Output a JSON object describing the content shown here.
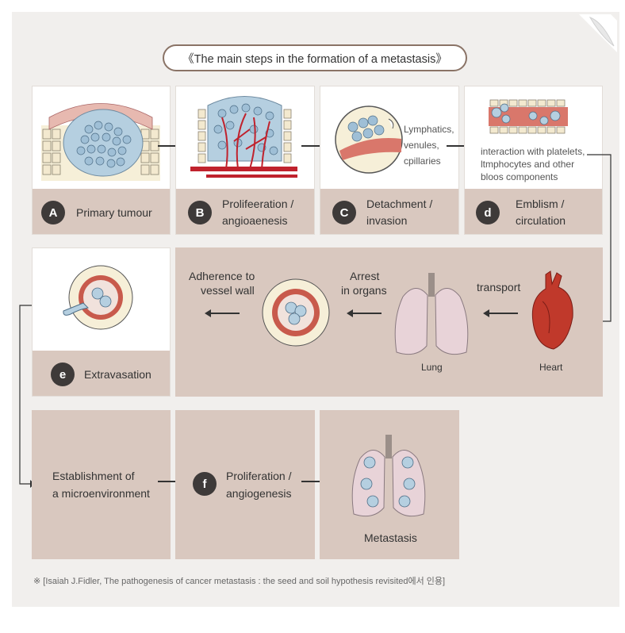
{
  "title": "《The main steps in the formation of a metastasis》",
  "steps": {
    "a": {
      "badge": "A",
      "label": "Primary tumour"
    },
    "b": {
      "badge": "B",
      "label_line1": "Prolifeeration /",
      "label_line2": "angioaenesis"
    },
    "c": {
      "badge": "C",
      "label_line1": "Detachment /",
      "label_line2": "invasion",
      "note_line1": "Lymphatics,",
      "note_line2": "venules,",
      "note_line3": "cpillaries"
    },
    "d": {
      "badge": "d",
      "label_line1": "Emblism /",
      "label_line2": "circulation",
      "note_line1": "interaction with platelets,",
      "note_line2": "ltmphocytes and other",
      "note_line3": "bloos components"
    },
    "e": {
      "badge": "e",
      "label": "Extravasation"
    },
    "f": {
      "badge": "f",
      "label_line1": "Proliferation /",
      "label_line2": "angiogenesis"
    }
  },
  "middle": {
    "adherence_line1": "Adherence to",
    "adherence_line2": "vessel wall",
    "arrest_line1": "Arrest",
    "arrest_line2": "in organs",
    "transport": "transport",
    "lung": "Lung",
    "heart": "Heart"
  },
  "bottom": {
    "establishment_line1": "Establishment of",
    "establishment_line2": "a microenvironment",
    "metastasis": "Metastasis"
  },
  "footnote": "※ [Isaiah J.Fidler, The pathogenesis of cancer metastasis : the seed and soil hypothesis revisited에서 인용]",
  "colors": {
    "panel_tan": "#d9c8bf",
    "badge": "#3e3a39",
    "title_border": "#8a7366",
    "vessel_red": "#c0392b",
    "tumor_blue": "#a9c6dc"
  }
}
